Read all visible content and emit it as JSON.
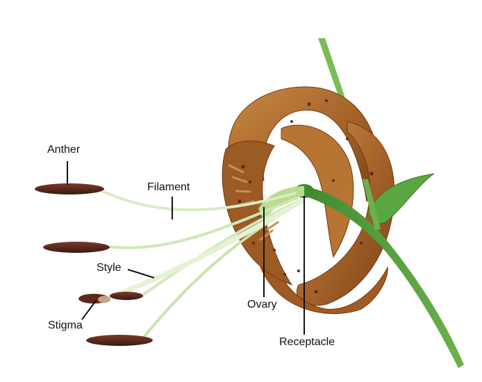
{
  "labels": {
    "anther": "Anther",
    "filament": "Filament",
    "style": "Style",
    "stigma": "Stigma",
    "ovary": "Ovary",
    "receptacle": "Receptacle"
  },
  "colors": {
    "background": "#ffffff",
    "petal": "#a8652a",
    "petal_dark": "#6e3a14",
    "petal_light": "#d49a55",
    "stem": "#4f9a3c",
    "stem_light": "#8cc36a",
    "filament": "#d8ecc4",
    "anther": "#4a2418",
    "leader_line": "#111111"
  }
}
